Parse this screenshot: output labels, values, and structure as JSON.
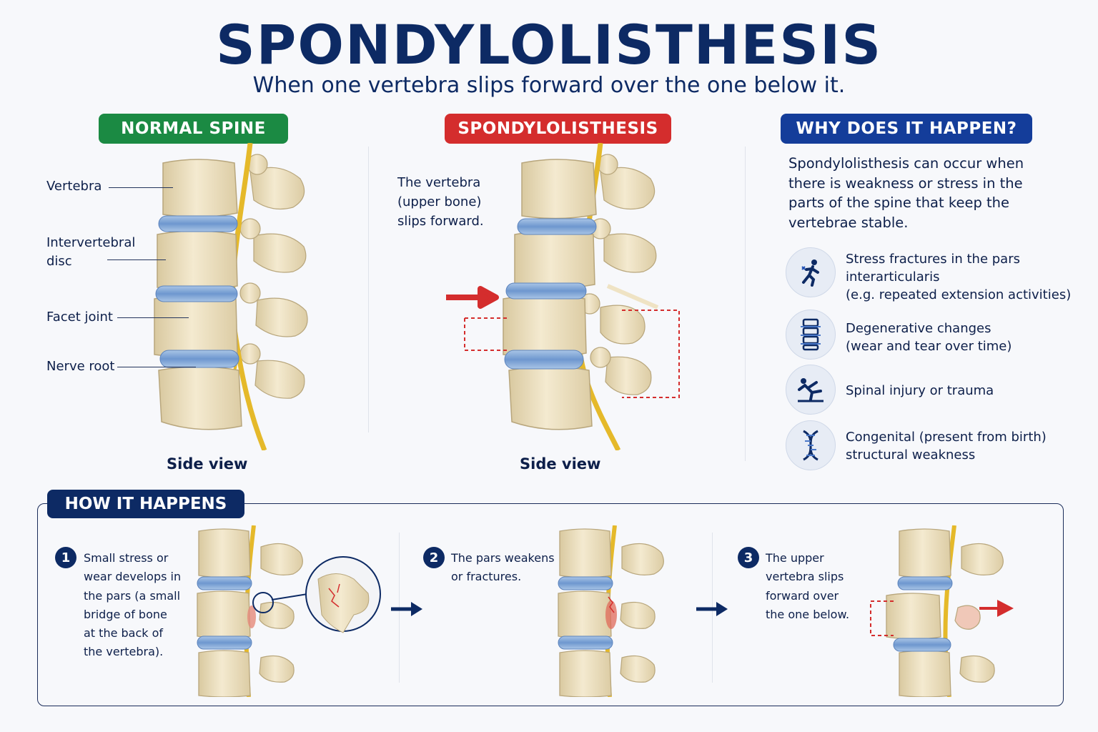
{
  "header": {
    "title": "SPONDYLOLISTHESIS",
    "subtitle": "When one vertebra slips forward over the one below it."
  },
  "normal": {
    "pill": "NORMAL SPINE",
    "labels": [
      "Vertebra",
      "Intervertebral",
      "disc",
      "Facet joint",
      "Nerve root"
    ],
    "caption": "Side view"
  },
  "spondy": {
    "pill": "SPONDYLOLISTHESIS",
    "note": [
      "The vertebra",
      "(upper bone)",
      "slips forward."
    ],
    "caption": "Side view"
  },
  "why": {
    "pill": "WHY DOES IT HAPPEN?",
    "paragraph": "Spondylolisthesis can occur when there is weakness or stress in the parts of the spine that keep the vertebrae stable.",
    "causes": [
      {
        "icon": "running-person-icon",
        "lines": [
          "Stress fractures in the pars",
          "interarticularis",
          "(e.g. repeated extension activities)"
        ]
      },
      {
        "icon": "spine-segment-icon",
        "lines": [
          "Degenerative changes",
          "(wear and tear over time)"
        ]
      },
      {
        "icon": "falling-person-icon",
        "lines": [
          "Spinal injury or trauma"
        ]
      },
      {
        "icon": "dna-icon",
        "lines": [
          "Congenital (present from birth)",
          "structural weakness"
        ]
      }
    ]
  },
  "how": {
    "pill": "HOW IT HAPPENS",
    "steps": [
      {
        "num": "1",
        "lines": [
          "Small stress or",
          "wear develops in",
          "the pars (a small",
          "bridge of bone",
          "at the back of",
          "the vertebra)."
        ]
      },
      {
        "num": "2",
        "lines": [
          "The pars weakens",
          "or fractures."
        ]
      },
      {
        "num": "3",
        "lines": [
          "The upper",
          "vertebra slips",
          "forward over",
          "the one below."
        ]
      }
    ]
  },
  "colors": {
    "navy": "#0d2a64",
    "green": "#1b8a43",
    "red": "#d42d2d",
    "blue": "#143d9a",
    "bone": "#efe3c4",
    "disc": "#7fa6d6",
    "nerve": "#e5b92a"
  }
}
